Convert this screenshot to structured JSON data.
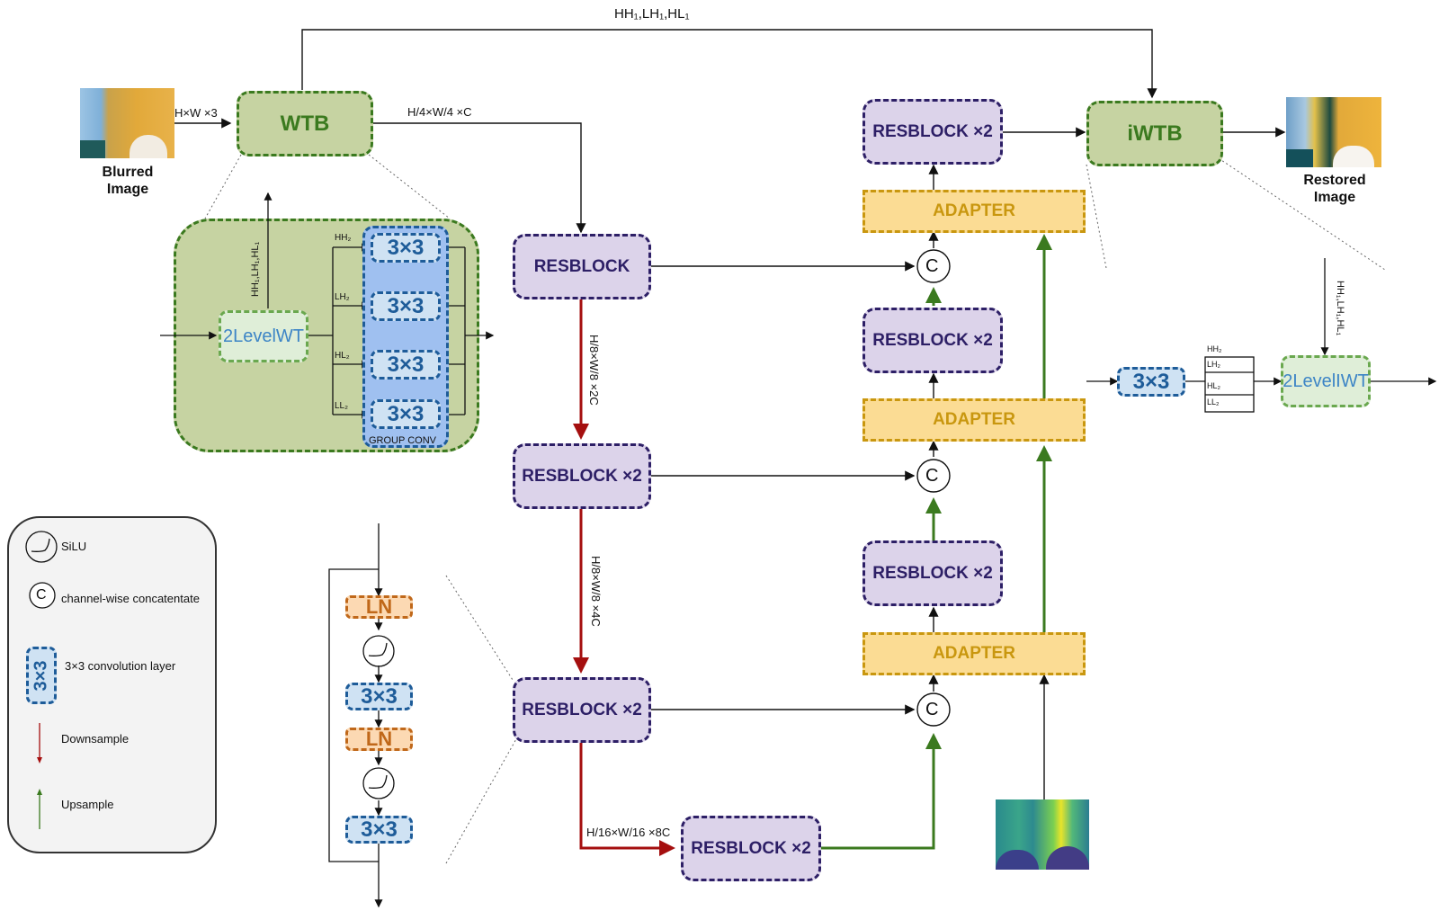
{
  "inputs": {
    "blurred_caption_1": "Blurred",
    "blurred_caption_2": "Image",
    "restored_caption_1": "Restored",
    "restored_caption_2": "Image",
    "input_dim": "H×W ×3"
  },
  "blocks": {
    "wtb": "WTB",
    "iwtb": "iWTB",
    "encoder_resblock_1": "RESBLOCK",
    "encoder_resblock_2": "RESBLOCK ×2",
    "encoder_resblock_3": "RESBLOCK ×2",
    "bottleneck_resblock": "RESBLOCK ×2",
    "decoder_resblock_1": "RESBLOCK ×2",
    "decoder_resblock_2": "RESBLOCK ×2",
    "decoder_resblock_3": "RESBLOCK ×2",
    "adapter_1": "ADAPTER",
    "adapter_2": "ADAPTER",
    "adapter_3": "ADAPTER",
    "concat": "C"
  },
  "edges": {
    "skip_top": "HH₁,LH₁,HL₁",
    "wtb_out": "H/4×W/4 ×C",
    "down_1": "H/8×W/8 ×2C",
    "down_2": "H/8×W/8 ×4C",
    "down_3": "H/16×W/16 ×8C"
  },
  "wtb_detail": {
    "wt": "2LevelWT",
    "skip": "HH₁,LH₁,HL₁",
    "bands": [
      "HH₂",
      "LH₂",
      "HL₂",
      "LL₂"
    ],
    "conv": "3×3",
    "group": "GROUP CONV"
  },
  "iwtb_detail": {
    "iwt": "2LevelIWT",
    "skip": "HH₁,LH₁,HL₁",
    "conv": "3×3",
    "bands": [
      "HH₂",
      "LH₂",
      "HL₂",
      "LL₂"
    ]
  },
  "resblock_detail": {
    "ln": "LN",
    "conv": "3×3"
  },
  "legend": {
    "items": [
      {
        "icon": "silu-icon",
        "label": "SiLU"
      },
      {
        "icon": "concat-icon",
        "label": "channel-wise concatentate",
        "glyph": "C"
      },
      {
        "icon": "conv-icon",
        "label": "3×3 convolution layer",
        "glyph": "3×3"
      },
      {
        "icon": "downsample-arrow-icon",
        "label": "Downsample"
      },
      {
        "icon": "upsample-arrow-icon",
        "label": "Upsample"
      }
    ]
  },
  "colors": {
    "downsample": "#a50f0f",
    "upsample": "#3b7a1f",
    "line": "#111111"
  }
}
